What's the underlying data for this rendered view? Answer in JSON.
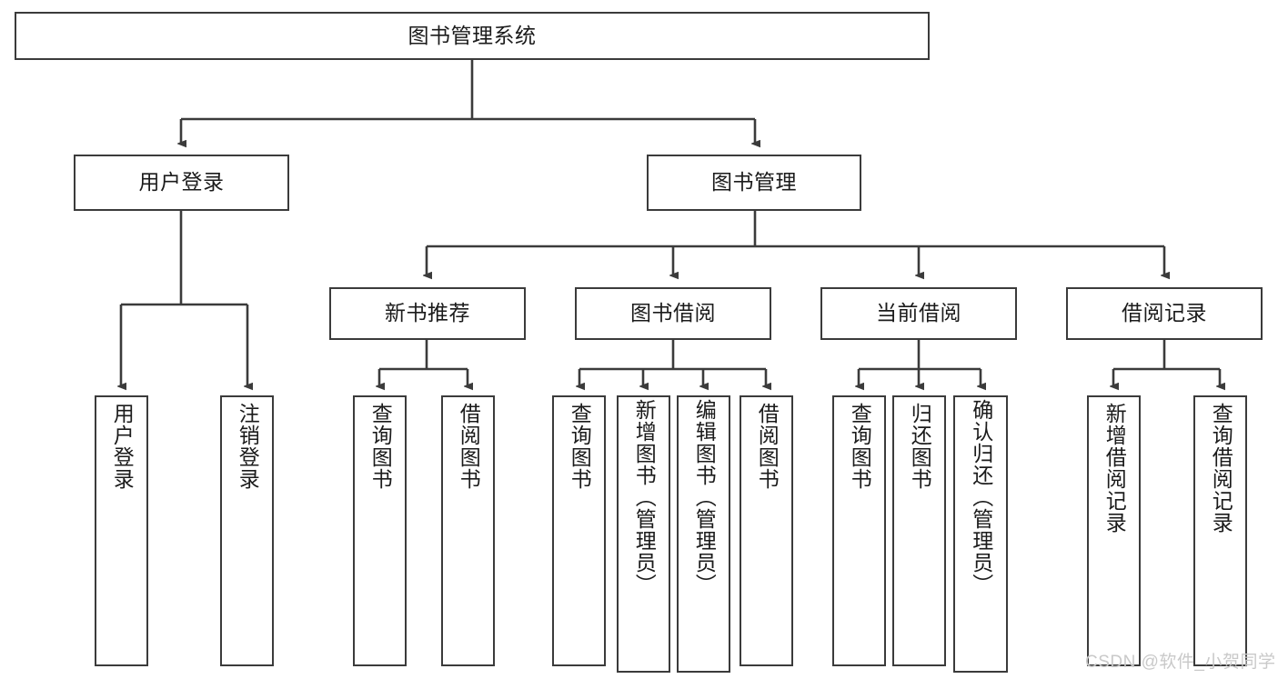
{
  "diagram": {
    "title": "图书管理系统",
    "type": "tree-hierarchy-diagram",
    "accent_color": "#3b3b3b",
    "background_color": "#ffffff",
    "watermark": "CSDN @软件_小贺同学",
    "levels": {
      "root": {
        "label": "图书管理系统"
      },
      "level2": [
        {
          "label": "用户登录"
        },
        {
          "label": "图书管理"
        }
      ],
      "level3": [
        {
          "label": "新书推荐"
        },
        {
          "label": "图书借阅"
        },
        {
          "label": "当前借阅"
        },
        {
          "label": "借阅记录"
        }
      ]
    },
    "leaves": {
      "user_login": [
        {
          "label": "用户登录"
        },
        {
          "label": "注销登录"
        }
      ],
      "new_book_recommend": [
        {
          "label": "查询图书"
        },
        {
          "label": "借阅图书"
        }
      ],
      "book_borrow": [
        {
          "label": "查询图书"
        },
        {
          "label": "新增图书（管理员）"
        },
        {
          "label": "编辑图书（管理员）"
        },
        {
          "label": "借阅图书"
        }
      ],
      "current_borrow": [
        {
          "label": "查询图书"
        },
        {
          "label": "归还图书"
        },
        {
          "label": "确认归还（管理员）"
        }
      ],
      "borrow_record": [
        {
          "label": "新增借阅记录"
        },
        {
          "label": "查询借阅记录"
        }
      ]
    }
  }
}
